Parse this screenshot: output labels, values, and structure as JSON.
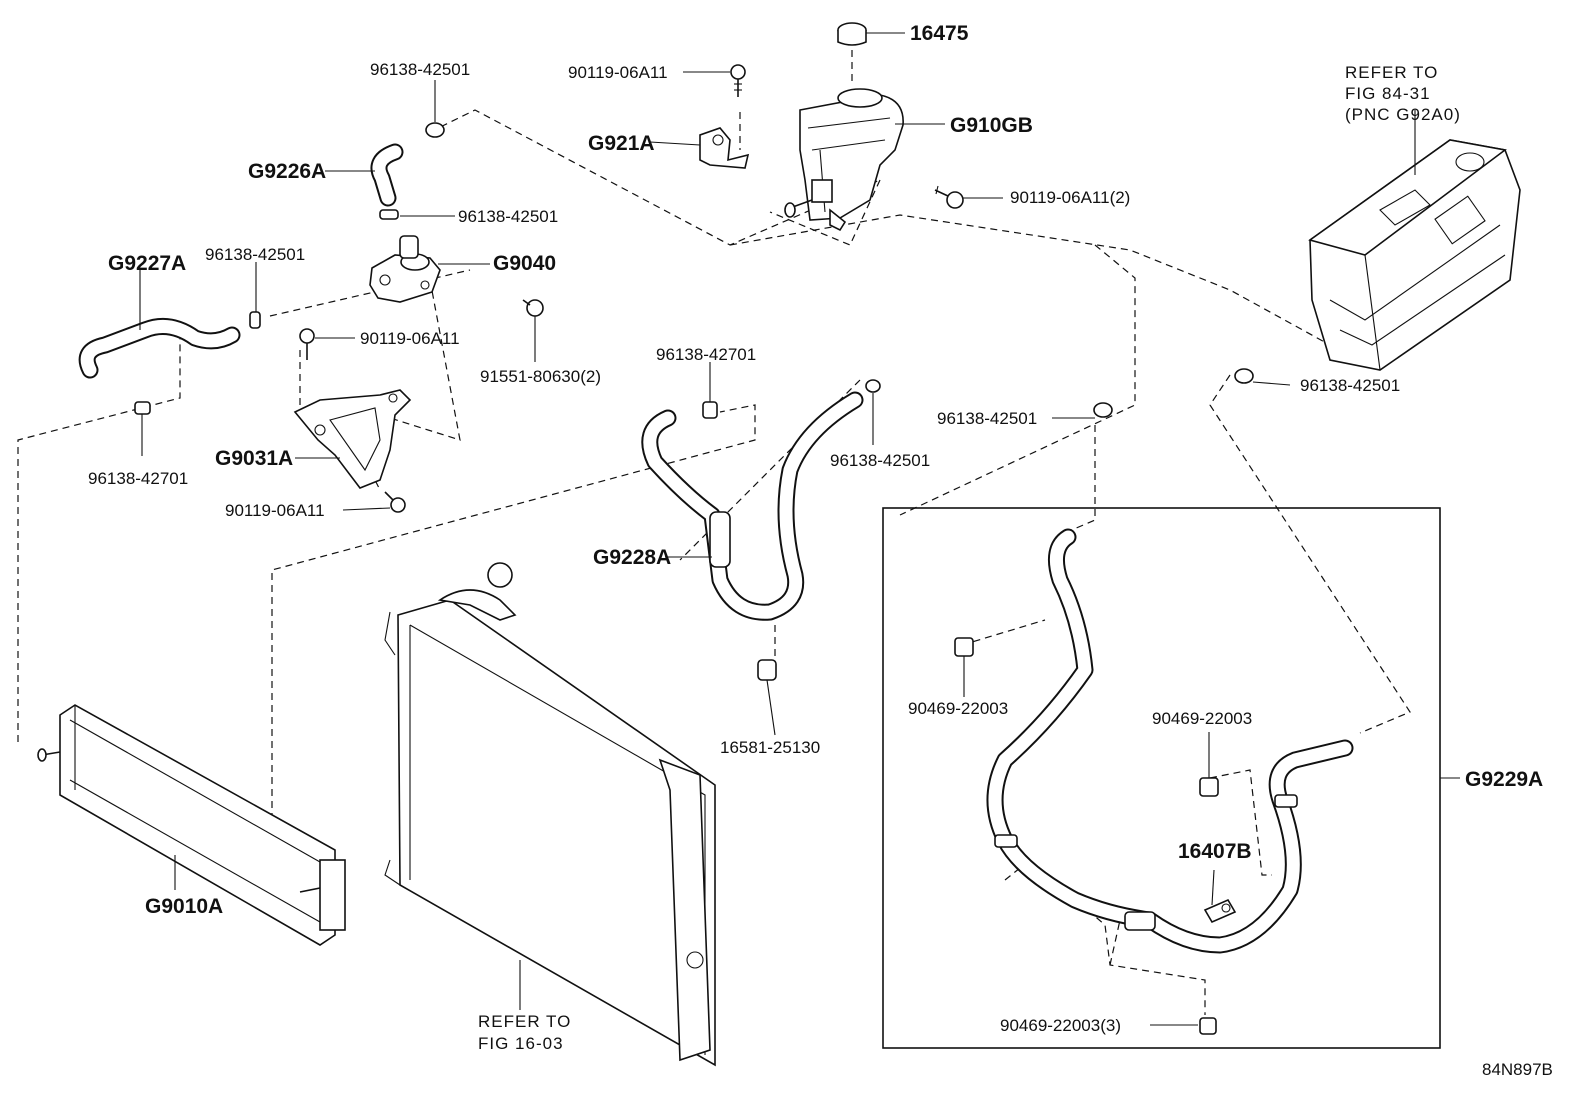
{
  "labels": {
    "p16475": "16475",
    "p9011906a11_top": "90119-06A11",
    "p96138_42501_a": "96138-42501",
    "g921a": "G921A",
    "g910gb": "G910GB",
    "g9226a": "G9226A",
    "p96138_42501_b": "96138-42501",
    "p9011906a11_2": "90119-06A11(2)",
    "g9227a": "G9227A",
    "p96138_42501_c": "96138-42501",
    "g9040": "G9040",
    "p9011906a11_mid": "90119-06A11",
    "p91551": "91551-80630(2)",
    "p96138_42701_a": "96138-42701",
    "p96138_42701_b": "96138-42701",
    "g9031a": "G9031A",
    "p9011906a11_low": "90119-06A11",
    "p96138_42501_d": "96138-42501",
    "p96138_42501_e": "96138-42501",
    "p96138_42501_f": "96138-42501",
    "g9228a": "G9228A",
    "p16581": "16581-25130",
    "p90469_a": "90469-22003",
    "p90469_b": "90469-22003",
    "p16407b": "16407B",
    "g9229a": "G9229A",
    "p90469_c": "90469-22003(3)",
    "g9010a": "G9010A",
    "ref_top": [
      "REFER TO",
      "FIG 84-31",
      "(PNC G92A0)"
    ],
    "ref_bottom": [
      "REFER TO",
      "FIG 16-03"
    ],
    "diagram_id": "84N897B"
  }
}
